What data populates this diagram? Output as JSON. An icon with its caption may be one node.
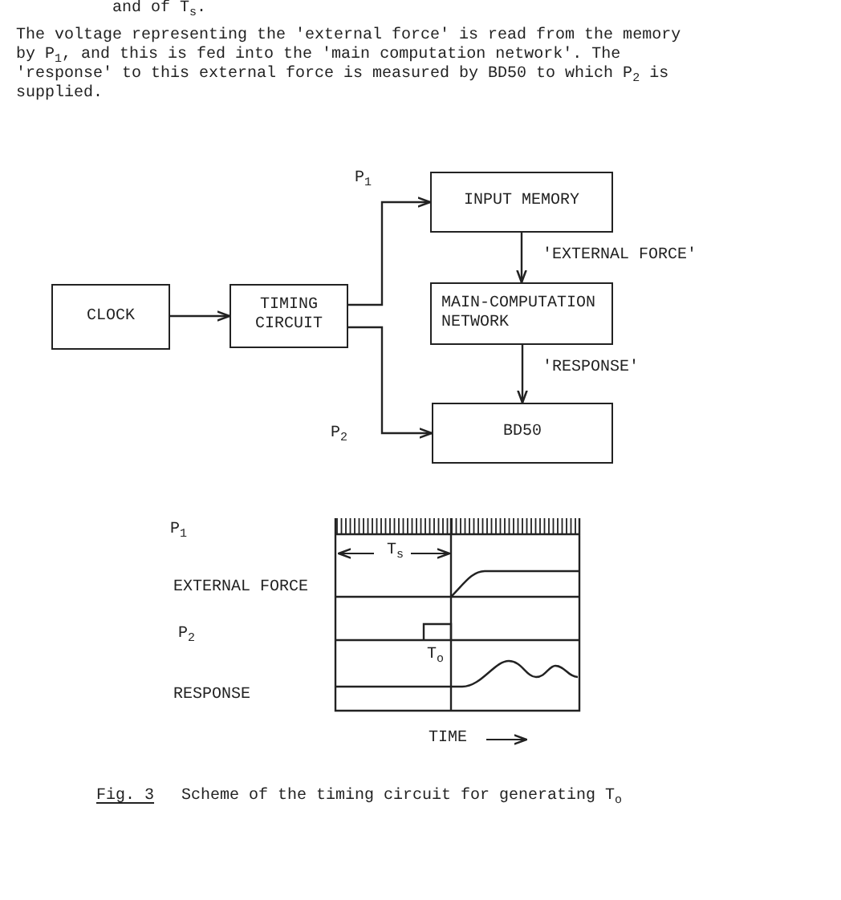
{
  "diagram": {
    "caption": "Scheme of the timing circuit for generating T$_{o}$",
    "nodes": [
      {
        "text": [
          "CLOCK"
        ]
      },
      {
        "text": [
          "TIMING CIRCUIT"
        ]
      },
      {
        "text": [
          "INPUT MEMORY"
        ]
      },
      {
        "text": [
          "MAIN-COMPUTATION NETWORK"
        ]
      },
      {
        "text": [
          "BD50"
        ]
      }
    ],
    "edges": [
      {
        "from": 0,
        "to": 1,
        "arrow": "to"
      },
      {
        "from": 1,
        "to": 2,
        "arrow": "to",
        "label": "P$_{1}$"
      },
      {
        "from": 2,
        "to": 3,
        "arrow": "to",
        "label": "'EXTERNAL FORCE'"
      },
      {
        "from": 3,
        "to": 4,
        "arrow": "to",
        "label": "'RESPONSE'"
      },
      {
        "from": 1,
        "to": 4,
        "arrow": "to",
        "label": "P$_{2}$"
      }
    ],
    "labels": [
      "and of T$_{s}$.",
      "The voltage representing the 'external force' is read from the memory by P$_{1}$, and this is fed into the 'main computation network'. The 'response' to this external force is measured by BD50 to which P$_{2}$ is supplied.",
      "P$_{1}$",
      "T$_{s}$",
      "EXTERNAL FORCE",
      "P$_{2}$",
      "T$_{o}$",
      "RESPONSE",
      "TIME",
      "Fig. 3"
    ]
  }
}
